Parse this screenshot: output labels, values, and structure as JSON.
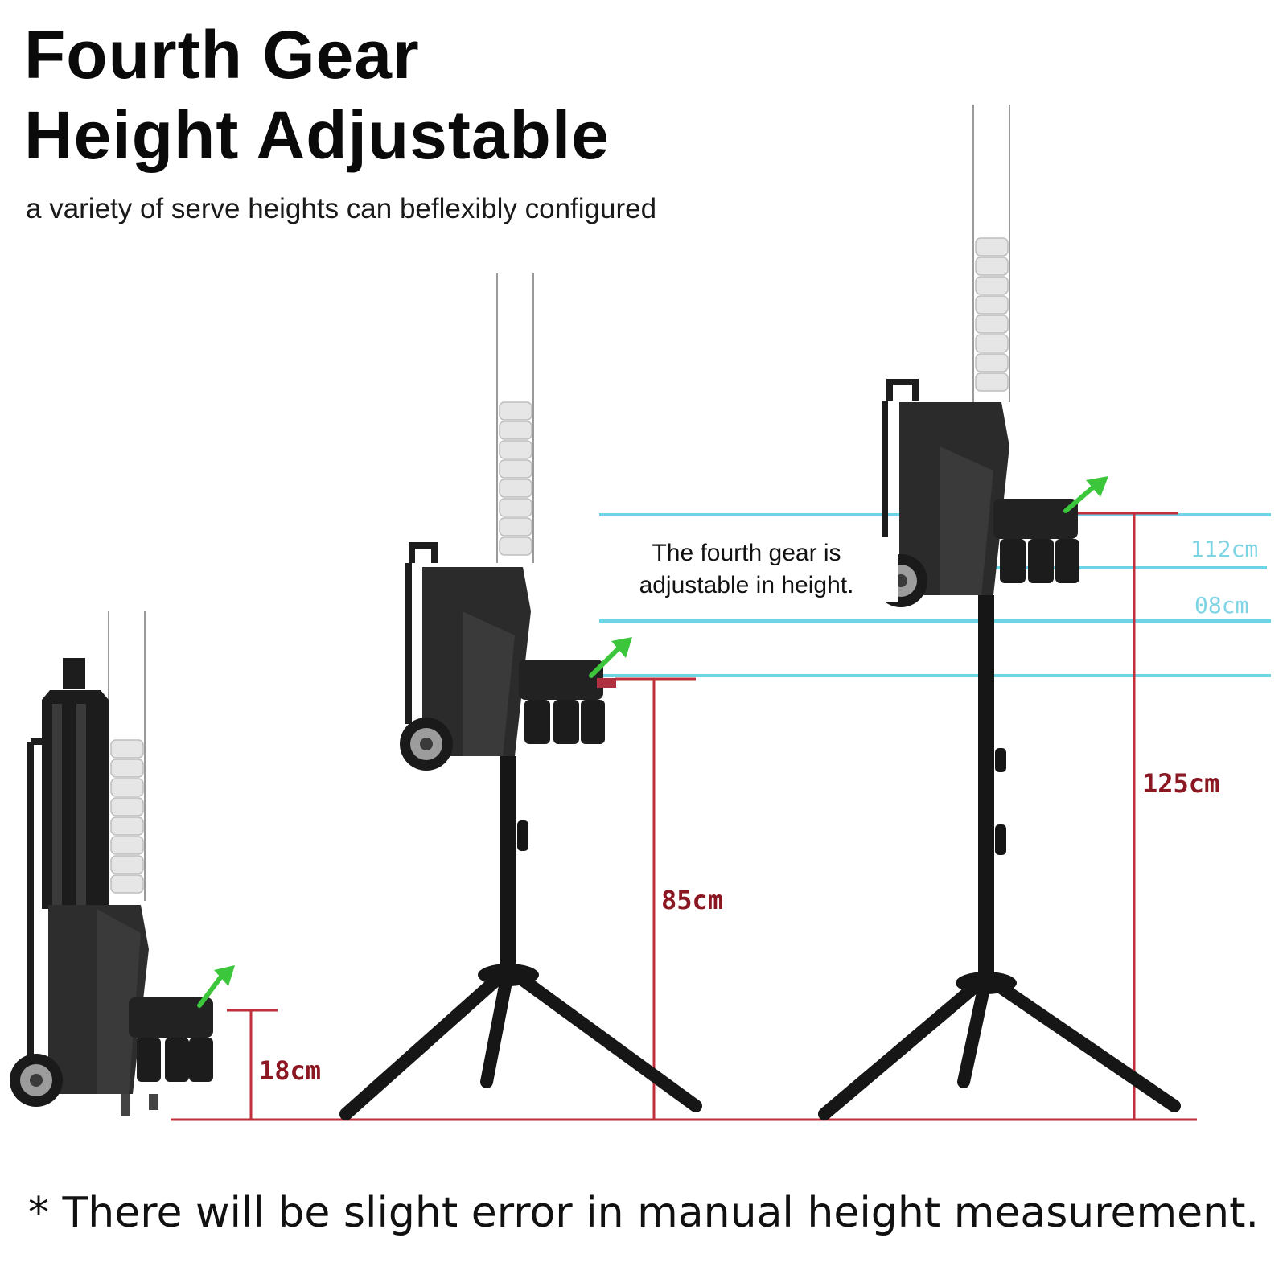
{
  "heading": {
    "line1": "Fourth Gear",
    "line2": "Height Adjustable",
    "subtitle": "a variety of serve heights can beflexibly configured"
  },
  "callout": {
    "text": "The fourth gear is adjustable in height."
  },
  "measurements": {
    "low": "18cm",
    "mid": "85cm",
    "high": "125cm",
    "gear_upper": "112cm",
    "gear_lower": "08cm"
  },
  "footnote": "* There will be slight error in manual height measurement.",
  "colors": {
    "measure_line": "#c0303c",
    "gear_line": "#6fd3e6",
    "device": "#2b2b2b",
    "arrow": "#3cc63c"
  }
}
